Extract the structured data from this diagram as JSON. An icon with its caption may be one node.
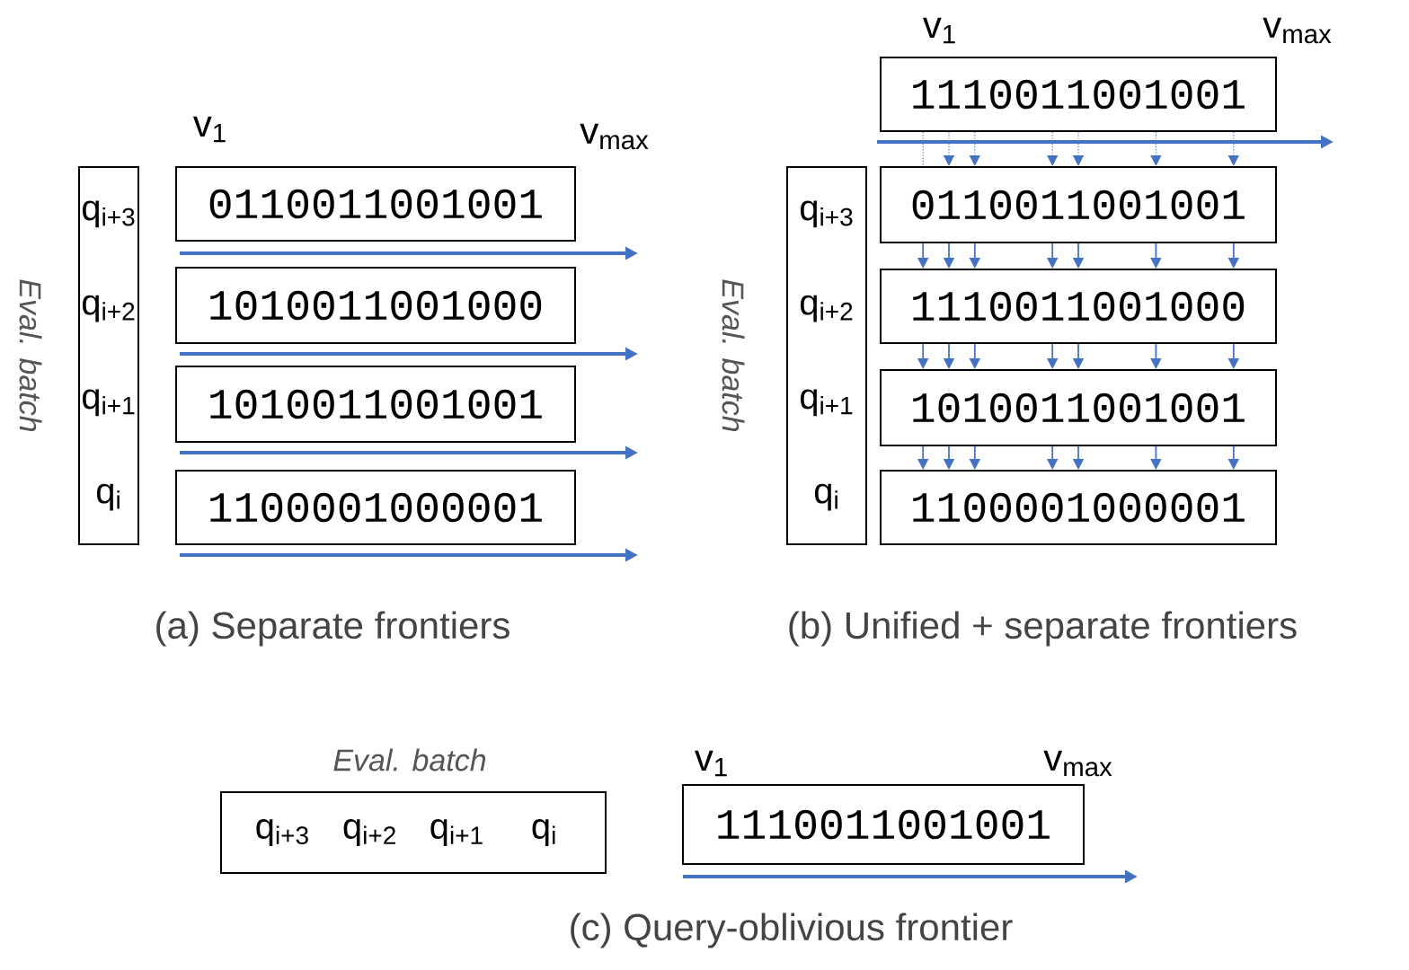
{
  "diagram": {
    "nodes": [
      {
        "text": [
          "q$_{i+3}$",
          "q$_{i+2}$",
          "q$_{i+1}$",
          "q$_{i}$"
        ],
        "beside": [
          "Eval. batch"
        ]
      },
      {
        "text": [
          "0110011001001"
        ]
      },
      {
        "text": [
          "1010011001000"
        ]
      },
      {
        "text": [
          "1010011001001"
        ]
      },
      {
        "text": [
          "1100001000001"
        ]
      },
      {
        "text": [
          "1110011001001"
        ]
      },
      {
        "text": [
          "q$_{i+3}$",
          "q$_{i+2}$",
          "q$_{i+1}$",
          "q$_{i}$"
        ],
        "beside": [
          "Eval. batch"
        ]
      },
      {
        "text": [
          "0110011001001"
        ]
      },
      {
        "text": [
          "1110011001000"
        ]
      },
      {
        "text": [
          "1010011001001"
        ]
      },
      {
        "text": [
          "1100001000001"
        ]
      },
      {
        "text": [
          "q$_{i+3}$",
          "q$_{i+2}$",
          "q$_{i+1}$",
          "q$_{i}$"
        ],
        "beside": [
          "Eval. batch"
        ]
      },
      {
        "text": [
          "1110011001001"
        ]
      }
    ],
    "edges": [
      {
        "from": 5,
        "to": 7,
        "arrow": "none",
        "style": "dashed"
      },
      {
        "from": 5,
        "to": 7,
        "arrow": "to",
        "style": "dashed"
      },
      {
        "from": 5,
        "to": 7,
        "arrow": "to",
        "style": "dashed"
      },
      {
        "from": 5,
        "to": 7,
        "arrow": "to",
        "style": "dashed"
      },
      {
        "from": 5,
        "to": 7,
        "arrow": "to",
        "style": "dashed"
      },
      {
        "from": 5,
        "to": 7,
        "arrow": "to",
        "style": "dashed"
      },
      {
        "from": 5,
        "to": 7,
        "arrow": "to",
        "style": "dashed"
      },
      {
        "from": 7,
        "to": 8,
        "arrow": "to"
      },
      {
        "from": 7,
        "to": 8,
        "arrow": "to"
      },
      {
        "from": 7,
        "to": 8,
        "arrow": "to"
      },
      {
        "from": 7,
        "to": 8,
        "arrow": "to"
      },
      {
        "from": 7,
        "to": 8,
        "arrow": "to"
      },
      {
        "from": 7,
        "to": 8,
        "arrow": "to"
      },
      {
        "from": 7,
        "to": 8,
        "arrow": "to"
      },
      {
        "from": 8,
        "to": 9,
        "arrow": "to"
      },
      {
        "from": 8,
        "to": 9,
        "arrow": "to"
      },
      {
        "from": 8,
        "to": 9,
        "arrow": "to"
      },
      {
        "from": 8,
        "to": 9,
        "arrow": "to"
      },
      {
        "from": 8,
        "to": 9,
        "arrow": "to"
      },
      {
        "from": 8,
        "to": 9,
        "arrow": "to"
      },
      {
        "from": 8,
        "to": 9,
        "arrow": "to"
      },
      {
        "from": 9,
        "to": 10,
        "arrow": "to"
      },
      {
        "from": 9,
        "to": 10,
        "arrow": "to"
      },
      {
        "from": 9,
        "to": 10,
        "arrow": "to"
      },
      {
        "from": 9,
        "to": 10,
        "arrow": "to"
      },
      {
        "from": 9,
        "to": 10,
        "arrow": "to"
      },
      {
        "from": 9,
        "to": 10,
        "arrow": "to"
      },
      {
        "from": 9,
        "to": 10,
        "arrow": "to"
      }
    ],
    "labels": [
      "v$_{1}$",
      "v$_{max}$",
      "v$_{1}$",
      "v$_{max}$",
      "(a) Separate frontiers",
      "(b) Unified + separate frontiers",
      "v$_{1}$",
      "v$_{max}$",
      "(c) Query-oblivious frontier"
    ]
  }
}
